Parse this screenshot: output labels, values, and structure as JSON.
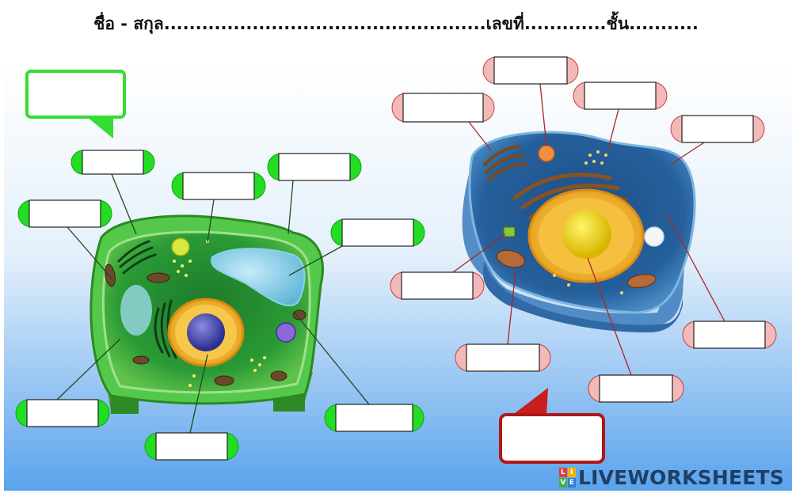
{
  "header": {
    "worksheet_line": "ชื่อ - สกุล...................................................เลขที่.............ชั้น..........."
  },
  "footer": {
    "brand": "LIVEWORKSHEETS",
    "logo_letters": [
      "L",
      "I",
      "V",
      "E"
    ]
  },
  "colors": {
    "plant_label_cap": "#22dd22",
    "animal_label_cap": "#f3b9b9",
    "plant_title_box_border": "#33dd33",
    "animal_title_box_border": "#b01818",
    "leader_line_plant": "#1f4a1f",
    "leader_line_animal": "#b22222",
    "background_gradient_top": "#ffffff",
    "background_gradient_bottom": "#5aa3ec",
    "brand_text": "#1f3f66"
  },
  "answer_boxes": {
    "plant_title": "",
    "animal_title": "",
    "plant_labels": [
      "",
      "",
      "",
      "",
      "",
      "",
      "",
      "",
      ""
    ],
    "animal_labels": [
      "",
      "",
      "",
      "",
      "",
      "",
      "",
      "",
      "",
      ""
    ]
  }
}
